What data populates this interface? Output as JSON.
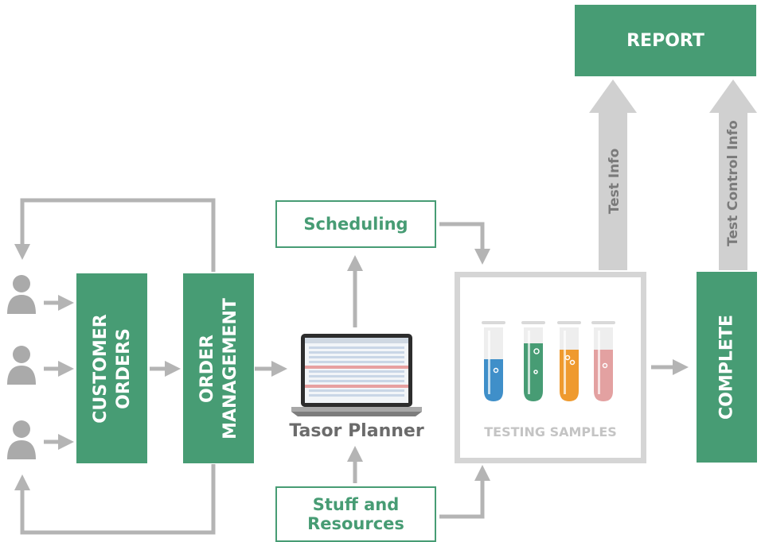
{
  "nodes": {
    "report": "REPORT",
    "customer_orders": [
      "CUSTOMER",
      "ORDERS"
    ],
    "order_management": [
      "ORDER",
      "MANAGEMENT"
    ],
    "scheduling": "Scheduling",
    "planner": "Tasor Planner",
    "testing_samples": "TESTING SAMPLES",
    "complete": "COMPLETE",
    "stuff_resources": [
      "Stuff and",
      "Resources"
    ]
  },
  "arrows": {
    "test_info": "Test Info",
    "test_control_info": "Test Control Info"
  },
  "colors": {
    "accent_green": "#479c74",
    "arrow_gray": "#b4b4b4",
    "frame_gray": "#d5d5d5",
    "tube_blue": "#3f8fc9",
    "tube_green": "#479c74",
    "tube_orange": "#ef9a2e",
    "tube_pink": "#e3a1a1"
  },
  "icons": [
    "person-icon",
    "laptop-icon",
    "test-tube-icon",
    "arrow-icon"
  ]
}
